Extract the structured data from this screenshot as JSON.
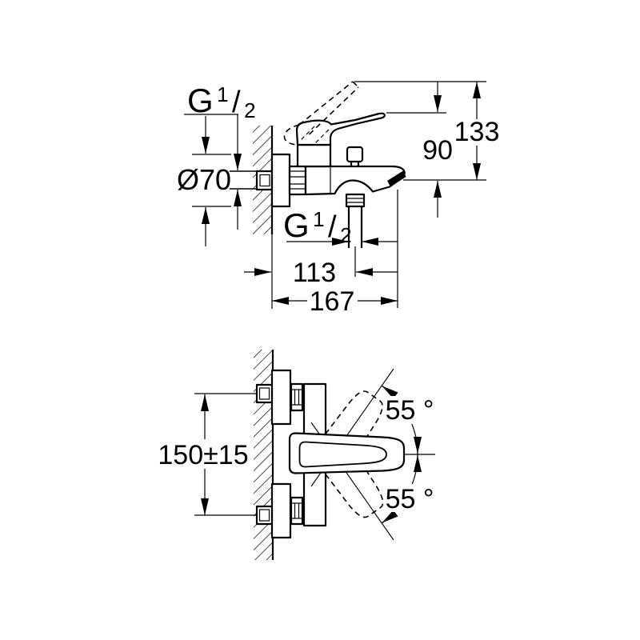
{
  "colors": {
    "ink": "#000000",
    "paper": "#ffffff"
  },
  "side_view": {
    "wall_thread_label": {
      "g": "G",
      "numerator": "1",
      "slash": "/",
      "denominator": "2"
    },
    "flange_diameter_label": "Ø70",
    "height_90_label": "90",
    "height_133_label": "133",
    "shower_thread_label": {
      "g": "G",
      "numerator": "1",
      "slash": "/",
      "denominator": "2"
    },
    "width_113_label": "113",
    "width_167_label": "167"
  },
  "plan_view": {
    "spacing_label": "150±15",
    "angle_top_label": "55 °",
    "angle_bottom_label": "55 °"
  }
}
